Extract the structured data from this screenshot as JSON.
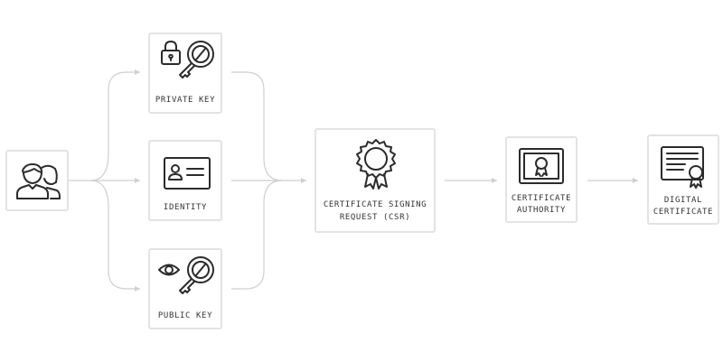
{
  "diagram": {
    "nodes": {
      "private_key": {
        "label": "PRIVATE KEY",
        "icon": "lock-key-icon"
      },
      "identity": {
        "label": "IDENTITY",
        "icon": "id-card-icon"
      },
      "public_key": {
        "label": "PUBLIC KEY",
        "icon": "eye-key-icon"
      },
      "csr": {
        "label_line1": "CERTIFICATE SIGNING",
        "label_line2": "REQUEST (CSR)",
        "icon": "seal-badge-icon"
      },
      "ca": {
        "label_line1": "CERTIFICATE",
        "label_line2": "AUTHORITY",
        "icon": "framed-certificate-icon"
      },
      "digital_cert": {
        "label_line1": "DIGITAL",
        "label_line2": "CERTIFICATE",
        "icon": "certificate-document-icon"
      },
      "users": {
        "icon": "users-icon"
      }
    },
    "colors": {
      "border": "#e3e3e3",
      "connector": "#cfcfcf",
      "icon_stroke": "#2b2b2b",
      "text": "#333333"
    }
  }
}
